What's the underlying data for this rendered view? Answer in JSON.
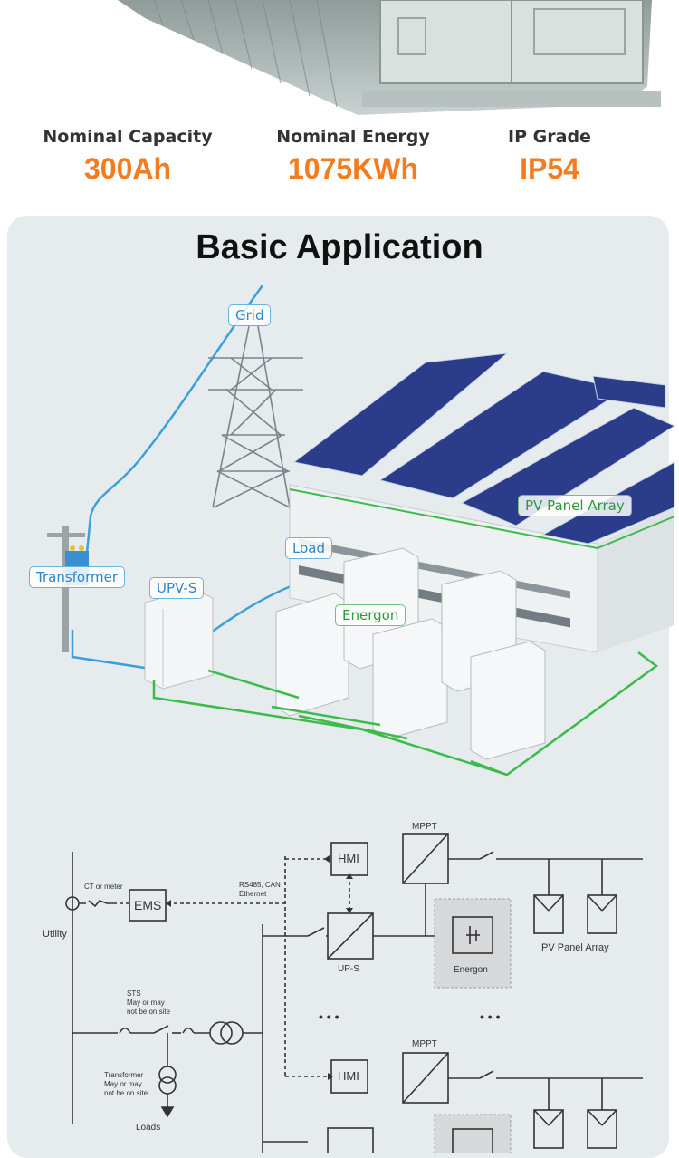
{
  "specs": [
    {
      "label": "Nominal Capacity",
      "value": "300Ah"
    },
    {
      "label": "Nominal Energy",
      "value": "1075KWh"
    },
    {
      "label": "IP Grade",
      "value": "IP54"
    }
  ],
  "section": {
    "title": "Basic Application"
  },
  "scene_labels": {
    "grid": "Grid",
    "transformer": "Transformer",
    "upvs": "UPV-S",
    "load": "Load",
    "energon": "Energon",
    "pv": "PV Panel Array"
  },
  "schematic": {
    "utility": "Utility",
    "ct_meter": "CT or meter",
    "ems": "EMS",
    "rs485_line1": "RS485, CAN",
    "rs485_line2": "Ethernet",
    "hmi_1": "HMI",
    "hmi_2": "HMI",
    "mppt_1": "MPPT",
    "mppt_2": "MPPT",
    "ups": "UP-S",
    "energon": "Energon",
    "pv_array": "PV Panel Array",
    "sts_line1": "STS",
    "sts_line2": "May or may",
    "sts_line3": "not be on site",
    "transformer_line1": "Transformer",
    "transformer_line2": "May or may",
    "transformer_line3": "not be on site",
    "loads": "Loads",
    "ellipsis_left": "• • •",
    "ellipsis_right": "• • •"
  },
  "colors": {
    "accent": "#f47c20",
    "blue_line": "#3aa0dc",
    "green_line": "#3cbb4a",
    "panel_bg": "#e6ecee"
  }
}
